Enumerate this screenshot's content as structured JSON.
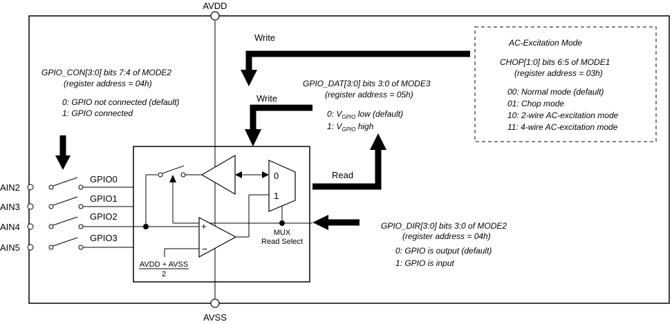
{
  "supplies": {
    "top": "AVDD",
    "bottom": "AVSS"
  },
  "pins": [
    "AIN2",
    "AIN3",
    "AIN4",
    "AIN5"
  ],
  "gpio_labels": [
    "GPIO0",
    "GPIO1",
    "GPIO2",
    "GPIO3"
  ],
  "arrows": {
    "write_top": "Write",
    "write_mid": "Write",
    "read": "Read"
  },
  "gpio_con": {
    "title": "GPIO_CON[3:0] bits 7:4 of MODE2",
    "reg": "(register address = 04h)",
    "opt0": "0: GPIO not connected (default)",
    "opt1": "1: GPIO connected"
  },
  "gpio_dat": {
    "title": "GPIO_DAT[3:0] bits 3:0 of MODE3",
    "reg": "(register address = 05h)",
    "opt0_prefix": "0: V",
    "opt0_sub": "GPIO",
    "opt0_suffix": " low (default)",
    "opt1_prefix": "1: V",
    "opt1_sub": "GPIO",
    "opt1_suffix": " high"
  },
  "ac_excitation": {
    "title": "AC-Excitation Mode",
    "reg_title": "CHOP[1:0] bits 6:5 of MODE1",
    "reg": "(register address = 03h)",
    "modes": [
      "00: Normal mode (default)",
      "01: Chop mode",
      "10: 2-wire AC-excitation mode",
      "11: 4-wire AC-excitation mode"
    ]
  },
  "gpio_dir": {
    "title": "GPIO_DIR[3:0] bits 3:0 of MODE2",
    "reg": "(register address = 04h)",
    "opt0": "0: GPIO is output (default)",
    "opt1": "1: GPIO is input"
  },
  "mux": {
    "in0": "0",
    "in1": "1",
    "label": "MUX",
    "sub": "Read Select"
  },
  "comparator": {
    "plus": "+",
    "minus": "−",
    "ref_num": "AVDD + AVSS",
    "ref_den": "2"
  }
}
